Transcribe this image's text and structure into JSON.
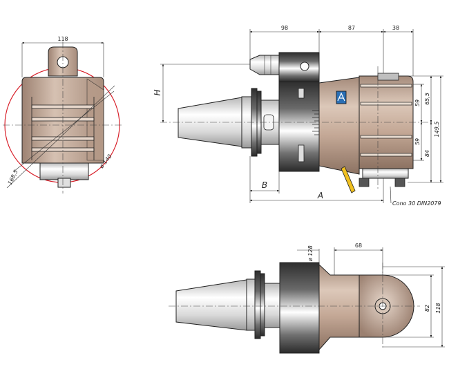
{
  "front_view": {
    "width_label": "118",
    "circle_diameter_label": "168,5",
    "diameter_label": "ø 140"
  },
  "side_view": {
    "dim_top_1": "98",
    "dim_top_2": "87",
    "dim_top_3": "38",
    "dim_h": "H",
    "dim_b": "B",
    "dim_a": "A",
    "dim_59_upper": "59",
    "dim_59_lower": "59",
    "dim_65_5": "65,5",
    "dim_84": "84",
    "dim_149_5": "149,5",
    "cone_label": "Cono 30 DIN2079"
  },
  "top_view": {
    "dim_128": "ø 128",
    "dim_68": "68",
    "dim_82": "82",
    "dim_118": "118"
  },
  "colors": {
    "body_tan": "#c2a896",
    "body_tan_dark": "#8e7364",
    "steel_light": "#eeeeee",
    "steel_dark": "#4a4a4a",
    "circle_red": "#d8202a",
    "logo_blue": "#2a6fb5"
  }
}
